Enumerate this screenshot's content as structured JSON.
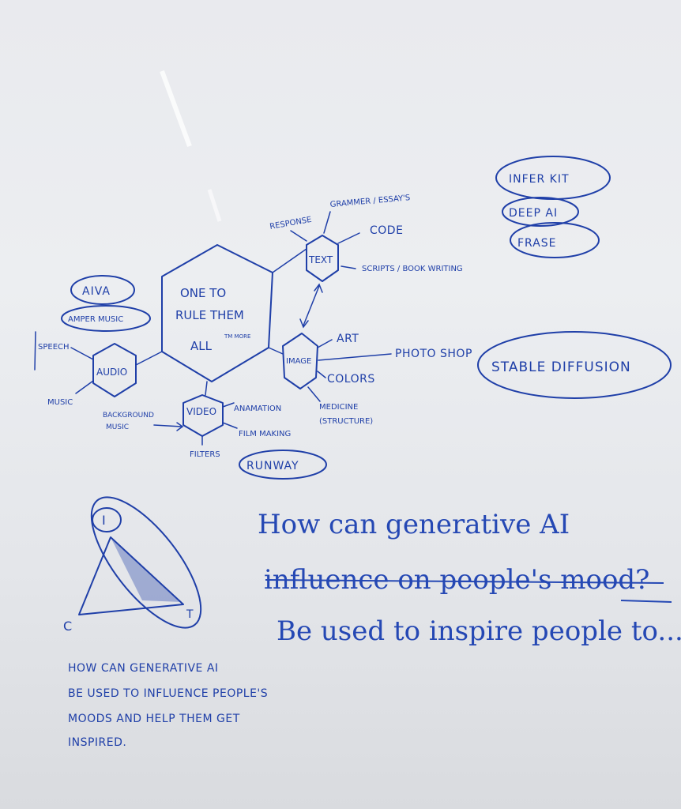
{
  "center": {
    "line1": "ONE TO",
    "line2": "RULE THEM",
    "line3": "ALL",
    "sup": "TM MORE"
  },
  "text_node": {
    "label": "TEXT",
    "items": [
      "RESPONSE",
      "GRAMMER / ESSAY'S",
      "CODE",
      "SCRIPTS / BOOK WRITING"
    ]
  },
  "image_node": {
    "label": "IMAGE",
    "items": [
      "ART",
      "PHOTO SHOP",
      "COLORS",
      "MEDICINE",
      "(STRUCTURE)"
    ]
  },
  "audio_node": {
    "label": "AUDIO",
    "items": [
      "SPEECH",
      "MUSIC",
      "BACKGROUND",
      "MUSIC"
    ]
  },
  "video_node": {
    "label": "VIDEO",
    "items": [
      "ANAMATION",
      "FILM MAKING",
      "FILTERS"
    ]
  },
  "tools": {
    "inferkit": "INFER KIT",
    "deepai": "DEEP AI",
    "frase": "FRASE",
    "stable": "STABLE DIFFUSION",
    "aiva": "AIVA",
    "amper": "AMPER MUSIC",
    "runway": "RUNWAY"
  },
  "question": {
    "line1": "How can generative AI",
    "line2": "influence on people's mood?",
    "line3": "Be used to inspire people to....."
  },
  "triangle": {
    "top": "I",
    "left": "C",
    "right": "T"
  },
  "note": [
    "HOW CAN GENERATIVE AI",
    "BE USED TO INFLUENCE PEOPLE'S",
    "MOODS AND HELP THEM GET",
    "INSPIRED."
  ],
  "colors": {
    "ink": "#1f3fa8",
    "board": "#eceef1"
  }
}
